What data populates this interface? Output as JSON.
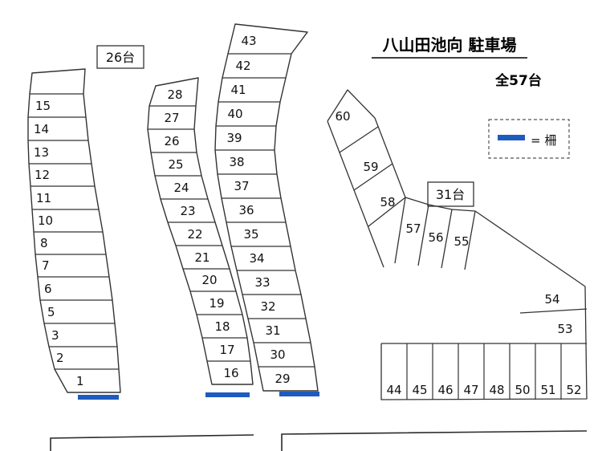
{
  "title": "八山田池向 駐車場",
  "total_label": "全57台",
  "group_labels": {
    "left": "26台",
    "right": "31台"
  },
  "legend": {
    "text": "= 柵"
  },
  "colors": {
    "fence": "#1e5bbf",
    "line": "#333333"
  },
  "spaces": {
    "block1": [
      "15",
      "14",
      "13",
      "12",
      "11",
      "10",
      "8",
      "7",
      "6",
      "5",
      "3",
      "2",
      "1"
    ],
    "block2": [
      "28",
      "27",
      "26",
      "25",
      "24",
      "23",
      "22",
      "21",
      "20",
      "19",
      "18",
      "17",
      "16"
    ],
    "block3": [
      "43",
      "42",
      "41",
      "40",
      "39",
      "38",
      "37",
      "36",
      "35",
      "34",
      "33",
      "32",
      "31",
      "30",
      "29"
    ],
    "band": [
      "60",
      "59",
      "58"
    ],
    "fan": [
      "57",
      "56",
      "55"
    ],
    "right_pair": [
      "54",
      "53"
    ],
    "bottom_row": [
      "44",
      "45",
      "46",
      "47",
      "48",
      "50",
      "51",
      "52"
    ]
  }
}
